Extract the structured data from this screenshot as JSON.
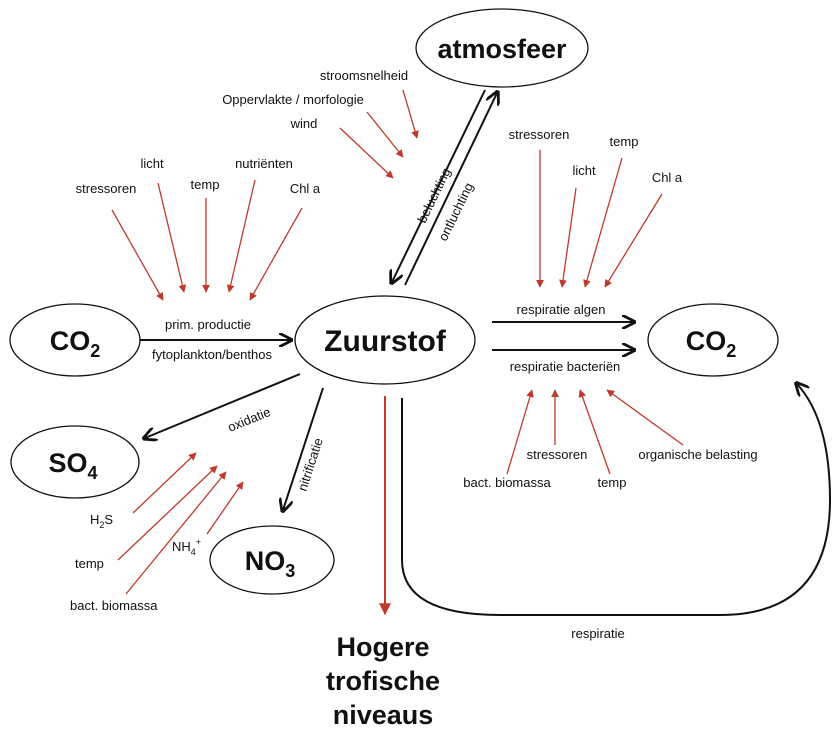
{
  "colors": {
    "black_arrow": "#111111",
    "red_arrow": "#c0392b",
    "node_fill": "#ffffff"
  },
  "nodes": {
    "atmosfeer": "atmosfeer",
    "co2_left_base": "CO",
    "co2_left_sub": "2",
    "zuurstof": "Zuurstof",
    "co2_right_base": "CO",
    "co2_right_sub": "2",
    "so4_base": "SO",
    "so4_sub": "4",
    "no3_base": "NO",
    "no3_sub": "3"
  },
  "process_labels": {
    "beluchting": "beluchting",
    "ontluchting": "ontluchting",
    "prim_productie": "prim. productie",
    "fytoplankton": "fytoplankton/benthos",
    "respiratie_algen": "respiratie algen",
    "respiratie_bacterien": "respiratie bacteriën",
    "oxidatie": "oxidatie",
    "nitrificatie": "nitrificatie",
    "respiratie": "respiratie"
  },
  "factor_labels": {
    "atmosfeer": [
      "stroomsnelheid",
      "Oppervlakte / morfologie",
      "wind"
    ],
    "productie": [
      "stressoren",
      "licht",
      "temp",
      "nutriënten",
      "Chl a"
    ],
    "algen": [
      "stressoren",
      "licht",
      "temp",
      "Chl a"
    ],
    "bacterien": [
      "bact. biomassa",
      "stressoren",
      "temp",
      "organische belasting"
    ],
    "oxidatie": {
      "h2s_base": "H",
      "h2s_sub": "2",
      "h2s_end": "S",
      "temp": "temp",
      "bact_biomassa": "bact. biomassa",
      "nh4_base": "NH",
      "nh4_sub": "4",
      "nh4_sup": "+"
    }
  },
  "output": {
    "line1": "Hogere",
    "line2": "trofische",
    "line3": "niveaus"
  }
}
